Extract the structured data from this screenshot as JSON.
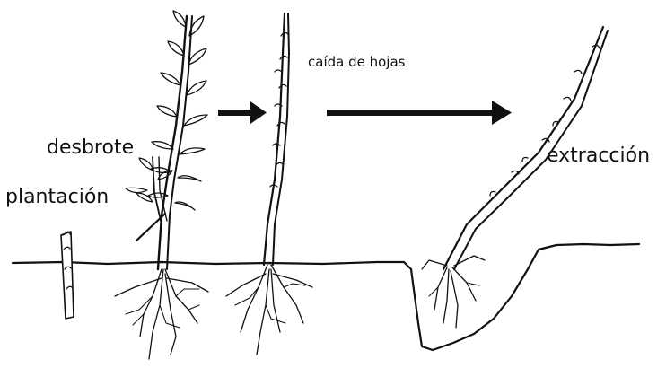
{
  "labels": {
    "desbrote": "desbrote",
    "plantacion": "plantación",
    "caida": "caída de hojas",
    "extraccion": "extracción"
  },
  "stages": [
    "plantación",
    "desbrote",
    "caída de hojas",
    "extracción"
  ],
  "colors": {
    "ink": "#111111",
    "background": "#ffffff"
  }
}
